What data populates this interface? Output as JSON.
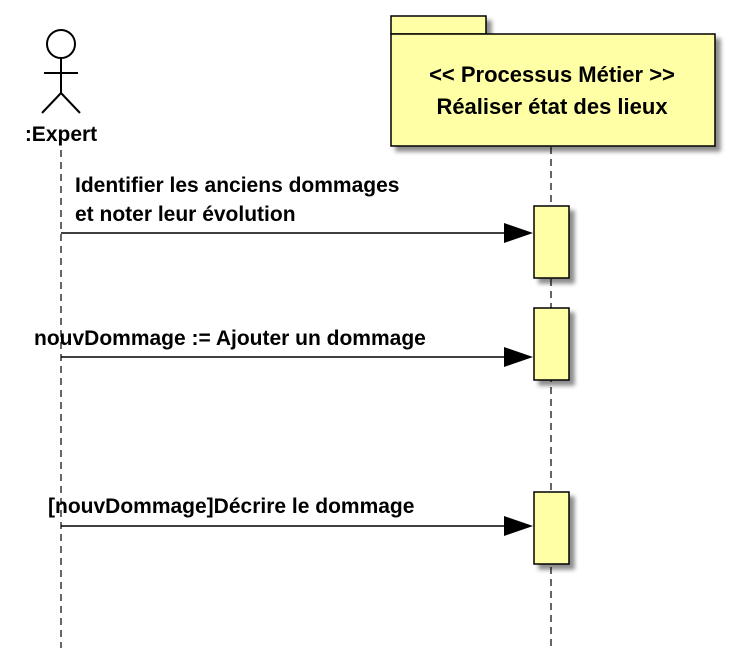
{
  "actor": {
    "label": ":Expert"
  },
  "lifeline_box": {
    "line1": "<< Processus Métier >>",
    "line2": "Réaliser état des lieux"
  },
  "messages": [
    {
      "line1": "Identifier les anciens dommages",
      "line2": "et noter leur évolution"
    },
    {
      "line1": "nouvDommage := Ajouter un dommage"
    },
    {
      "line1": "[nouvDommage]Décrire le dommage"
    }
  ],
  "colors": {
    "box_fill": "#FFFFA5",
    "activation_fill": "#FFFFA5",
    "stroke": "#000000",
    "shadow": "#B4B4B4"
  }
}
